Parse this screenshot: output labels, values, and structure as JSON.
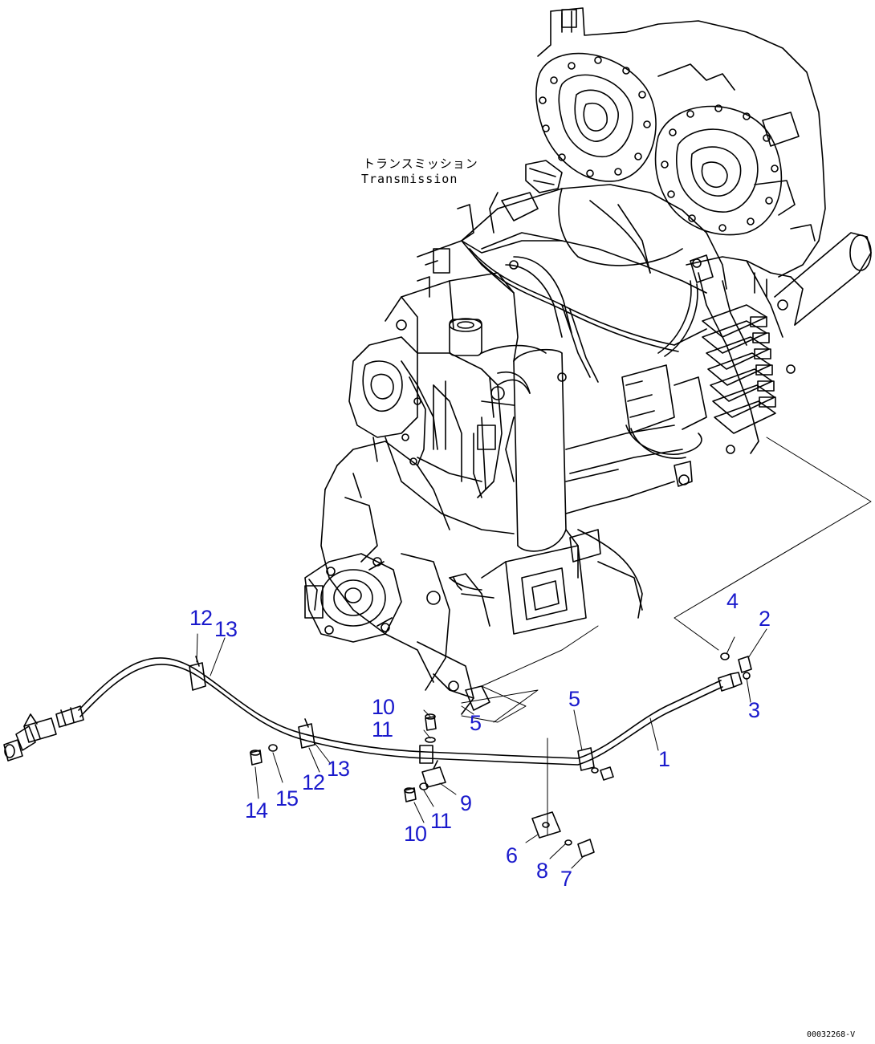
{
  "caption": {
    "japanese": "トランスミッション",
    "english": "Transmission"
  },
  "drawing_id": "00032268-V",
  "callouts": [
    {
      "id": "c1",
      "label": "1"
    },
    {
      "id": "c2",
      "label": "2"
    },
    {
      "id": "c3",
      "label": "3"
    },
    {
      "id": "c4",
      "label": "4"
    },
    {
      "id": "c5a",
      "label": "5"
    },
    {
      "id": "c5b",
      "label": "5"
    },
    {
      "id": "c6",
      "label": "6"
    },
    {
      "id": "c7",
      "label": "7"
    },
    {
      "id": "c8",
      "label": "8"
    },
    {
      "id": "c9",
      "label": "9"
    },
    {
      "id": "c10a",
      "label": "10"
    },
    {
      "id": "c10b",
      "label": "10"
    },
    {
      "id": "c11a",
      "label": "11"
    },
    {
      "id": "c11b",
      "label": "11"
    },
    {
      "id": "c12a",
      "label": "12"
    },
    {
      "id": "c12b",
      "label": "12"
    },
    {
      "id": "c13a",
      "label": "13"
    },
    {
      "id": "c13b",
      "label": "13"
    },
    {
      "id": "c14",
      "label": "14"
    },
    {
      "id": "c15",
      "label": "15"
    }
  ],
  "colors": {
    "line": "#000000",
    "callout": "#1a1acc",
    "background": "#ffffff"
  }
}
